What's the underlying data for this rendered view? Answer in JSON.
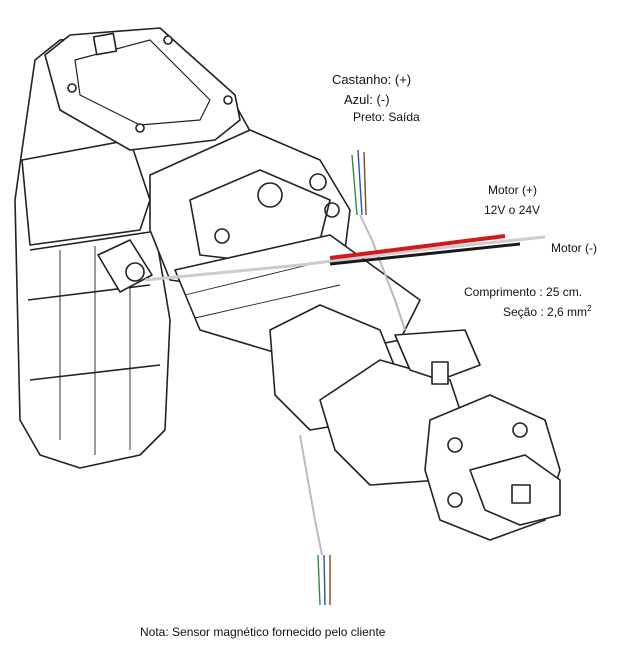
{
  "labels": {
    "sensor_brown": "Castanho:",
    "sensor_brown_pol": "(+)",
    "sensor_blue": "Azul:",
    "sensor_blue_pol": "(-)",
    "sensor_black": "Preto: Saída",
    "motor_pos": "Motor (+)",
    "voltage": "12V o 24V",
    "motor_neg": "Motor (-)",
    "length_label": "Comprimento",
    "length_value": ": 25 cm.",
    "section_label": "Seção",
    "section_value": ":  2,6 mm",
    "section_exp": "2",
    "note": "Nota: Sensor magnético fornecido pelo cliente"
  },
  "colors": {
    "wire_red": "#d21a1a",
    "wire_black": "#1a1a1a",
    "wire_green": "#2e8b3e",
    "wire_blue": "#2a4fc0",
    "wire_brown": "#7a4a22",
    "outline": "#222222"
  }
}
